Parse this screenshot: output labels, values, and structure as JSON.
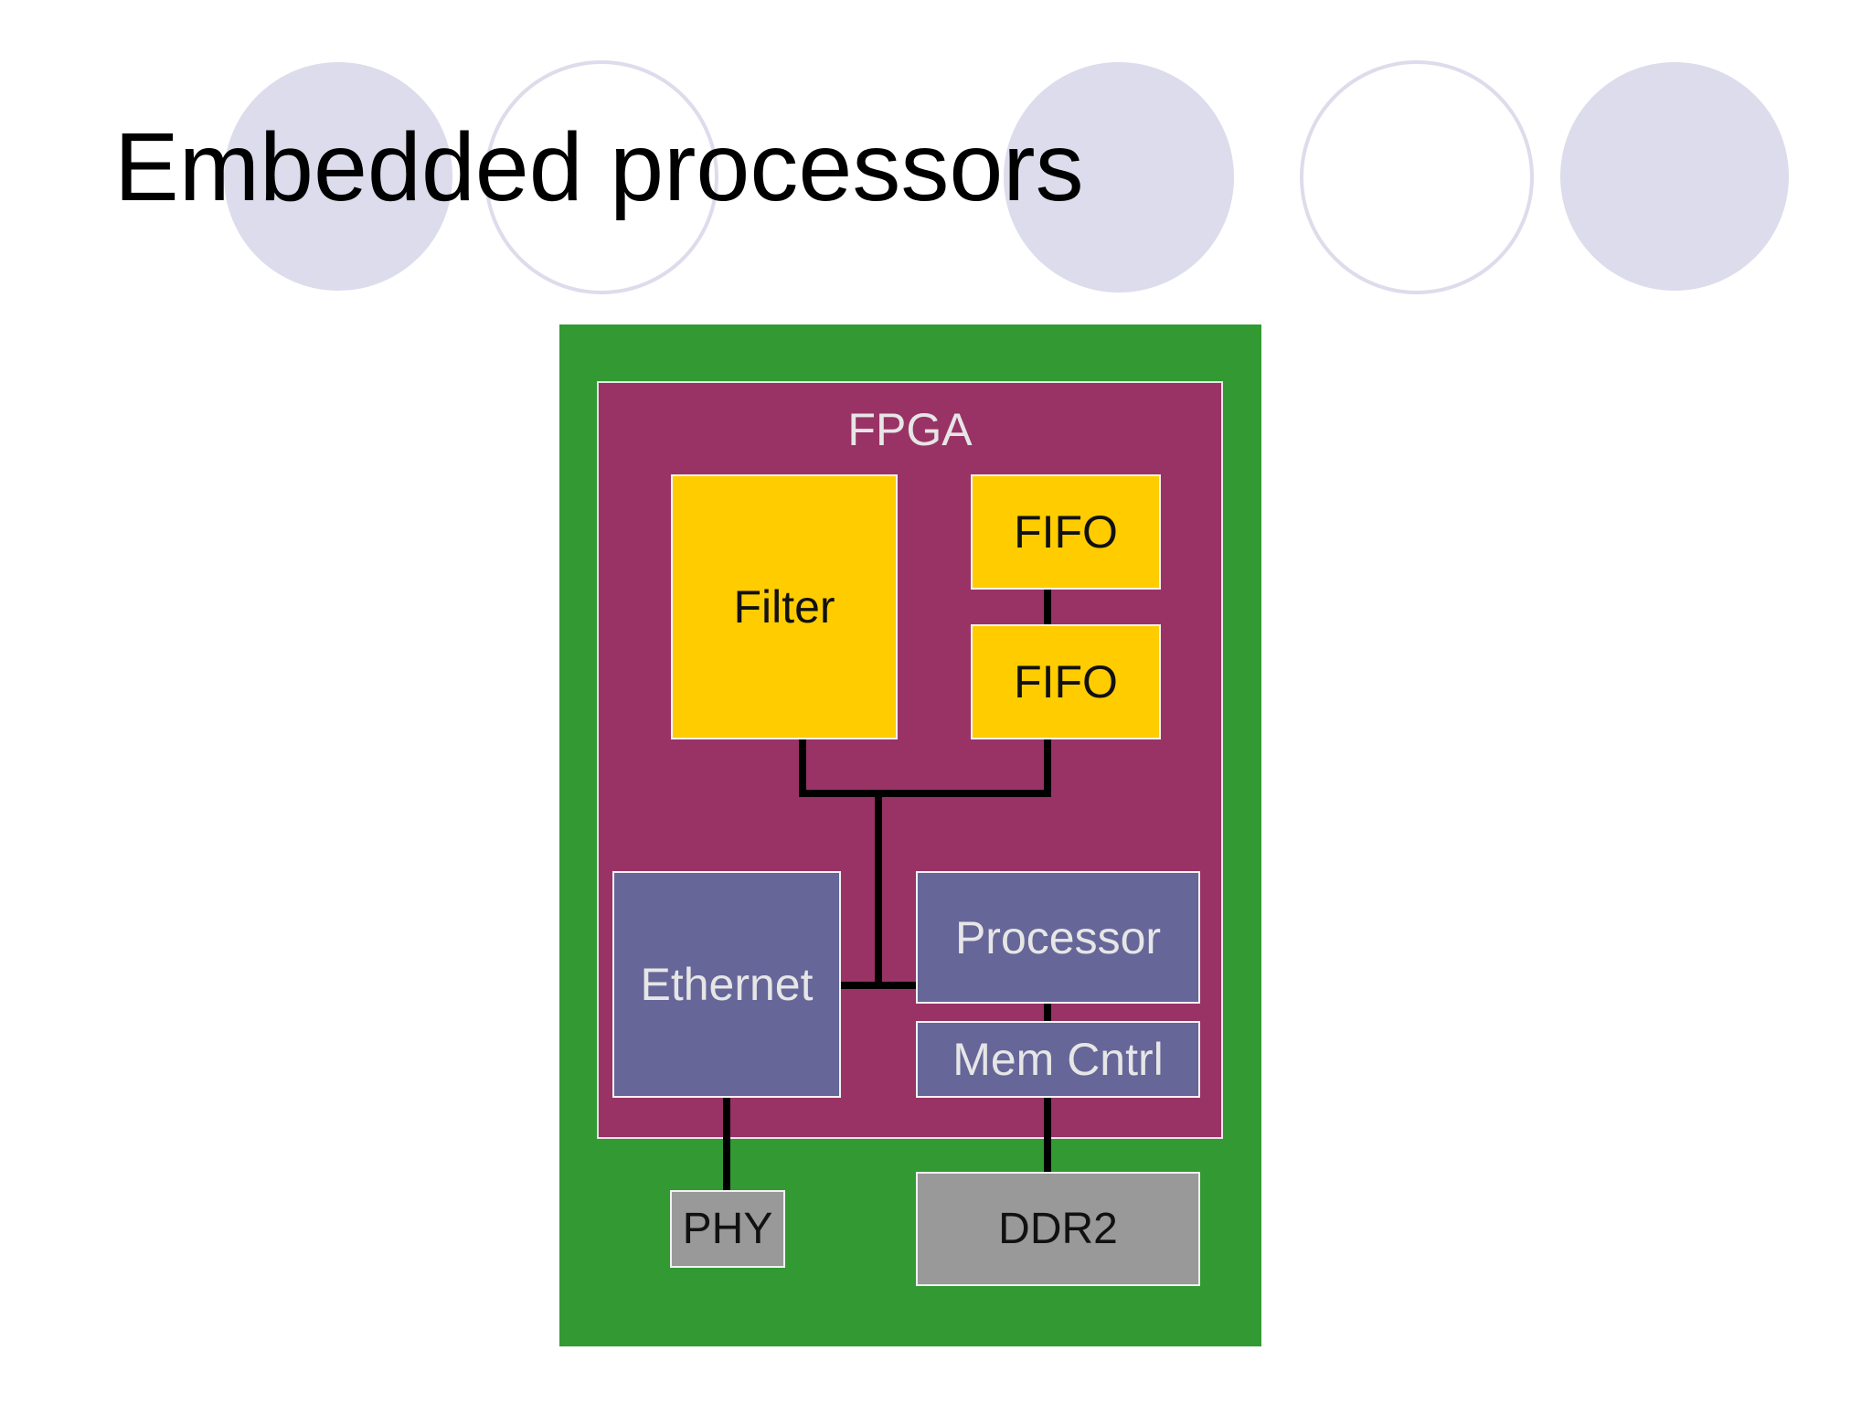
{
  "slide": {
    "title": "Embedded processors"
  },
  "colors": {
    "board": "#339933",
    "fpga": "#993366",
    "logic_block": "#ffcc00",
    "ip_block": "#666699",
    "external_chip": "#999999",
    "decor_circle": "#dcdcec"
  },
  "diagram": {
    "fpga_label": "FPGA",
    "blocks": {
      "filter": "Filter",
      "fifo_top": "FIFO",
      "fifo_bottom": "FIFO",
      "ethernet": "Ethernet",
      "processor": "Processor",
      "mem_cntrl": "Mem Cntrl",
      "phy": "PHY",
      "ddr2": "DDR2"
    }
  }
}
